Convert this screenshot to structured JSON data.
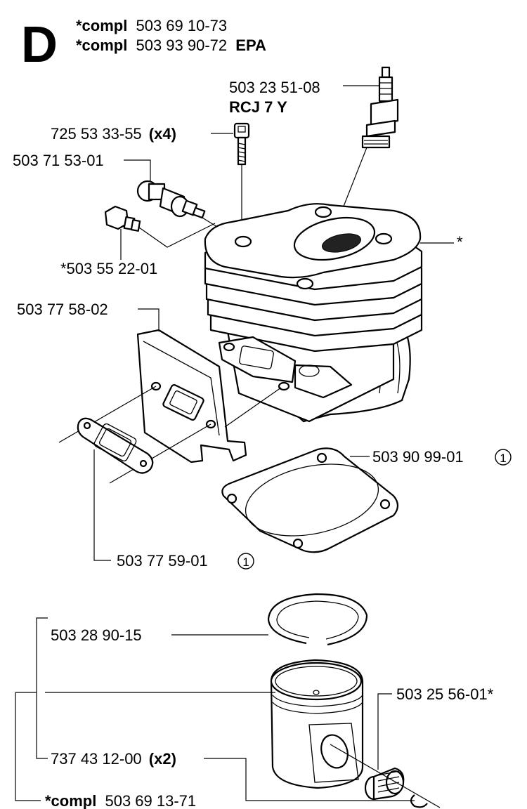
{
  "section_letter": "D",
  "header": {
    "line1": {
      "prefix": "*compl",
      "number": "503 69 10-73",
      "suffix": ""
    },
    "line2": {
      "prefix": "*compl",
      "number": "503 93 90-72",
      "suffix": "EPA"
    }
  },
  "labels": {
    "spark_plug": {
      "number": "503 23 51-08",
      "type": "RCJ 7 Y"
    },
    "screw": {
      "number": "725 53 33-55",
      "qty": "(x4)"
    },
    "valve": {
      "number": "503 71 53-01"
    },
    "nut": {
      "number": "*503 55 22-01"
    },
    "cylinder": {
      "mark": "*"
    },
    "muffler_plate": {
      "number": "503 77 58-02"
    },
    "base_gasket": {
      "number": "503 90 99-01",
      "note": "1"
    },
    "exhaust_gasket": {
      "number": "503 77 59-01",
      "note": "1"
    },
    "piston_ring": {
      "number": "503 28 90-15"
    },
    "needle_bearing": {
      "number": "503 25 56-01*"
    },
    "circlip": {
      "number": "737 43 12-00",
      "qty": "(x2)"
    },
    "piston_kit": {
      "prefix": "*compl",
      "number": "503 69 13-71"
    }
  }
}
